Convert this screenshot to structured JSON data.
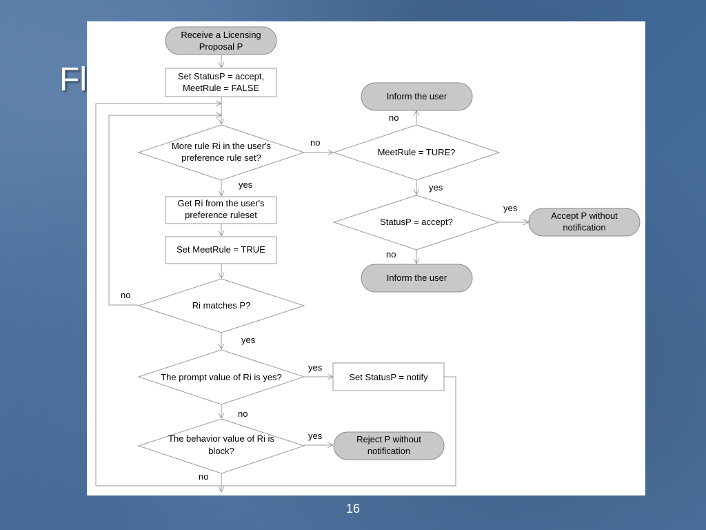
{
  "slide": {
    "title": "Fl",
    "page_number": "16"
  },
  "flowchart": {
    "receive": [
      "Receive a Licensing",
      "Proposal P"
    ],
    "set_status_accept": [
      "Set StatusP = accept,",
      "MeetRule = FALSE"
    ],
    "more_rule": [
      "More rule Ri in the user's",
      "preference rule set?"
    ],
    "get_rule": [
      "Get Ri from the user's",
      "preference ruleset"
    ],
    "set_meetrule_true": "Set MeetRule = TRUE",
    "matches": "Ri matches P?",
    "prompt_check": "The prompt value of Ri is yes?",
    "set_notify": "Set StatusP = notify",
    "behavior_check": [
      "The behavior value of Ri is",
      "block?"
    ],
    "reject": [
      "Reject P without",
      "notification"
    ],
    "inform_top": "Inform the user",
    "meetrule_check": "MeetRule = TURE?",
    "status_check": "StatusP = accept?",
    "accept": [
      "Accept P without",
      "notification"
    ],
    "inform_bottom": "Inform the user",
    "labels": {
      "yes": "yes",
      "no": "no"
    }
  }
}
